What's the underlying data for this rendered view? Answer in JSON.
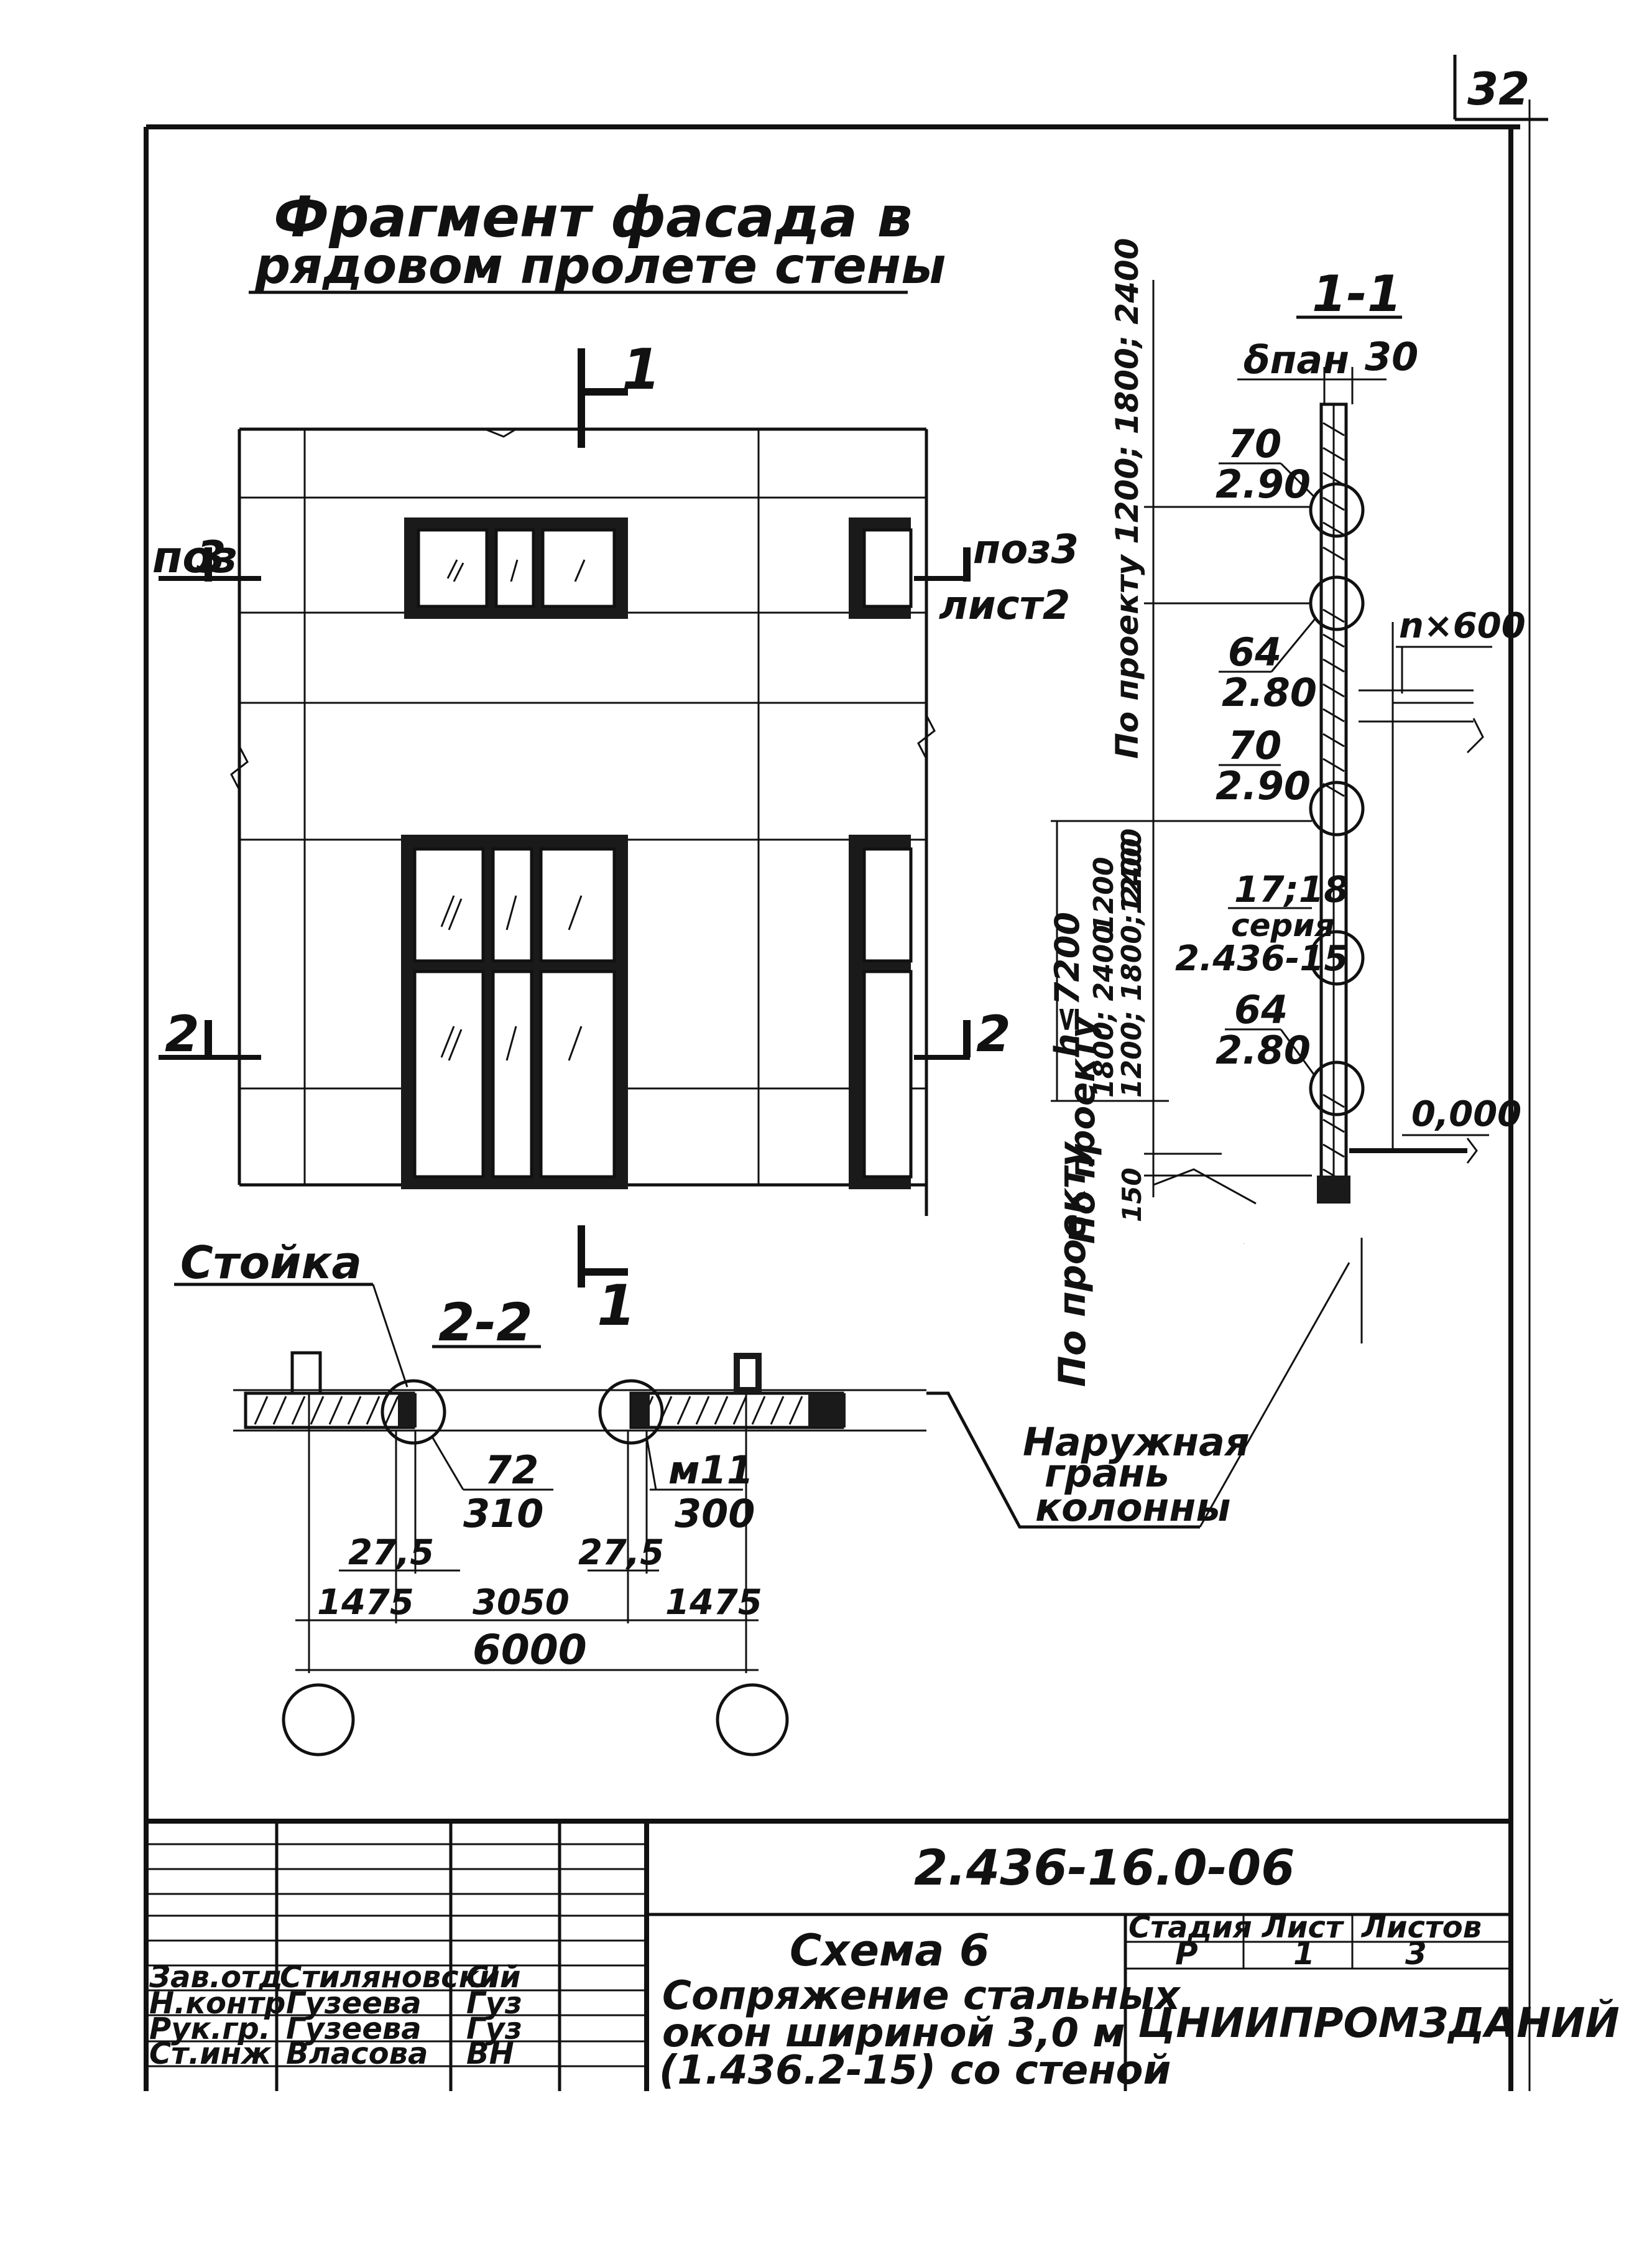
{
  "page_number": "32",
  "facade": {
    "title_line1": "Фрагмент фасада в",
    "title_line2": "рядовом пролете стены",
    "section_mark_1": "1",
    "section_mark_2": "2",
    "pos_left": "поз",
    "pos_left_num": "3",
    "pos_right": "поз3",
    "pos_right_sheet": "лист2"
  },
  "section_1_1": {
    "title": "1-1",
    "dim_top": "δпан",
    "dim_30": "30",
    "node_70_a": "70",
    "node_290_a": "2.90",
    "node_64_a": "64",
    "node_280_a": "2.80",
    "node_70_b": "70",
    "node_290_b": "2.90",
    "node_17_18": "17;18",
    "series_label": "серия",
    "series_code": "2.436-15",
    "node_64_b": "64",
    "node_280_b": "2.80",
    "h_label": "h≤7200",
    "level_label": "0,000",
    "dim_n600": "n×600",
    "by_project_1": "По проекту 1200; 1800; 2400",
    "dim_1200_1800_2400": "1200; 1800; 2400",
    "dim_1200": "1200",
    "dim_1200b": "1200",
    "dim_1800_2400": "1800; 2400",
    "dim_150": "150",
    "by_project_2": "По проекту",
    "outer_face_1": "Наружная",
    "outer_face_2": "грань",
    "outer_face_3": "колонны"
  },
  "section_2_2": {
    "post_label": "Стойка",
    "title": "2-2",
    "node_72": "72",
    "node_310": "310",
    "node_11": "м11",
    "node_300": "300",
    "dim_275_a": "27,5",
    "dim_275_b": "27,5",
    "dim_1475_a": "1475",
    "dim_3050": "3050",
    "dim_1475_b": "1475",
    "dim_6000": "6000"
  },
  "title_block": {
    "doc_code": "2.436-16.0-06",
    "scheme": "Схема 6",
    "desc_1": "Сопряжение стальных",
    "desc_2": "окон шириной 3,0 м",
    "desc_3": "(1.436.2-15) со стеной",
    "col_stage": "Стадия",
    "col_sheet": "Лист",
    "col_sheets": "Листов",
    "stage": "Р",
    "sheet": "1",
    "sheets": "3",
    "org": "ЦНИИПРОМЗДАНИЙ",
    "roles": [
      {
        "role": "Зав.отд",
        "name": "Стиляновский",
        "sign": "Cl"
      },
      {
        "role": "Н.контр",
        "name": "Гузеева",
        "sign": "Гуз"
      },
      {
        "role": "Рук.гр.",
        "name": "Гузеева",
        "sign": "Гуз"
      },
      {
        "role": "Ст.инж",
        "name": "Власова",
        "sign": "ВН"
      }
    ]
  }
}
